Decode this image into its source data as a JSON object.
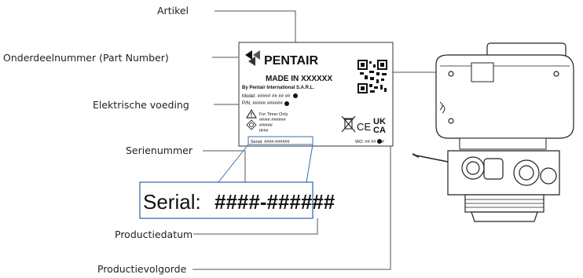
{
  "callouts": {
    "artikel": "Artikel",
    "onderdeelnummer": "Onderdeelnummer (Part Number)",
    "elektrische_voeding": "Elektrische voeding",
    "serienummer": "Serienummer",
    "productiedatum": "Productiedatum",
    "productievolgorde": "Productievolgorde"
  },
  "label": {
    "brand": "PENTAIR",
    "made_in": "MADE IN XXXXXX",
    "by_line": "By Pentair International S.A.R.L.",
    "model": "Model: ##### ## ## ##",
    "pn": "P/N: ##### ######",
    "for_timer": "For Timer Only",
    "power_1": "##/## ######",
    "power_2": "#/####",
    "ip": "IP##",
    "serial": "Serial: ####-######",
    "wo": "WO: ## ## ###",
    "ce": "CE",
    "uk": "UK",
    "ca": "CA"
  },
  "zoom": {
    "serial_prefix": "Serial: ",
    "serial_value": "####-######"
  },
  "colors": {
    "accent_blue": "#3a6fb0",
    "leader": "#555555",
    "text": "#222222"
  }
}
